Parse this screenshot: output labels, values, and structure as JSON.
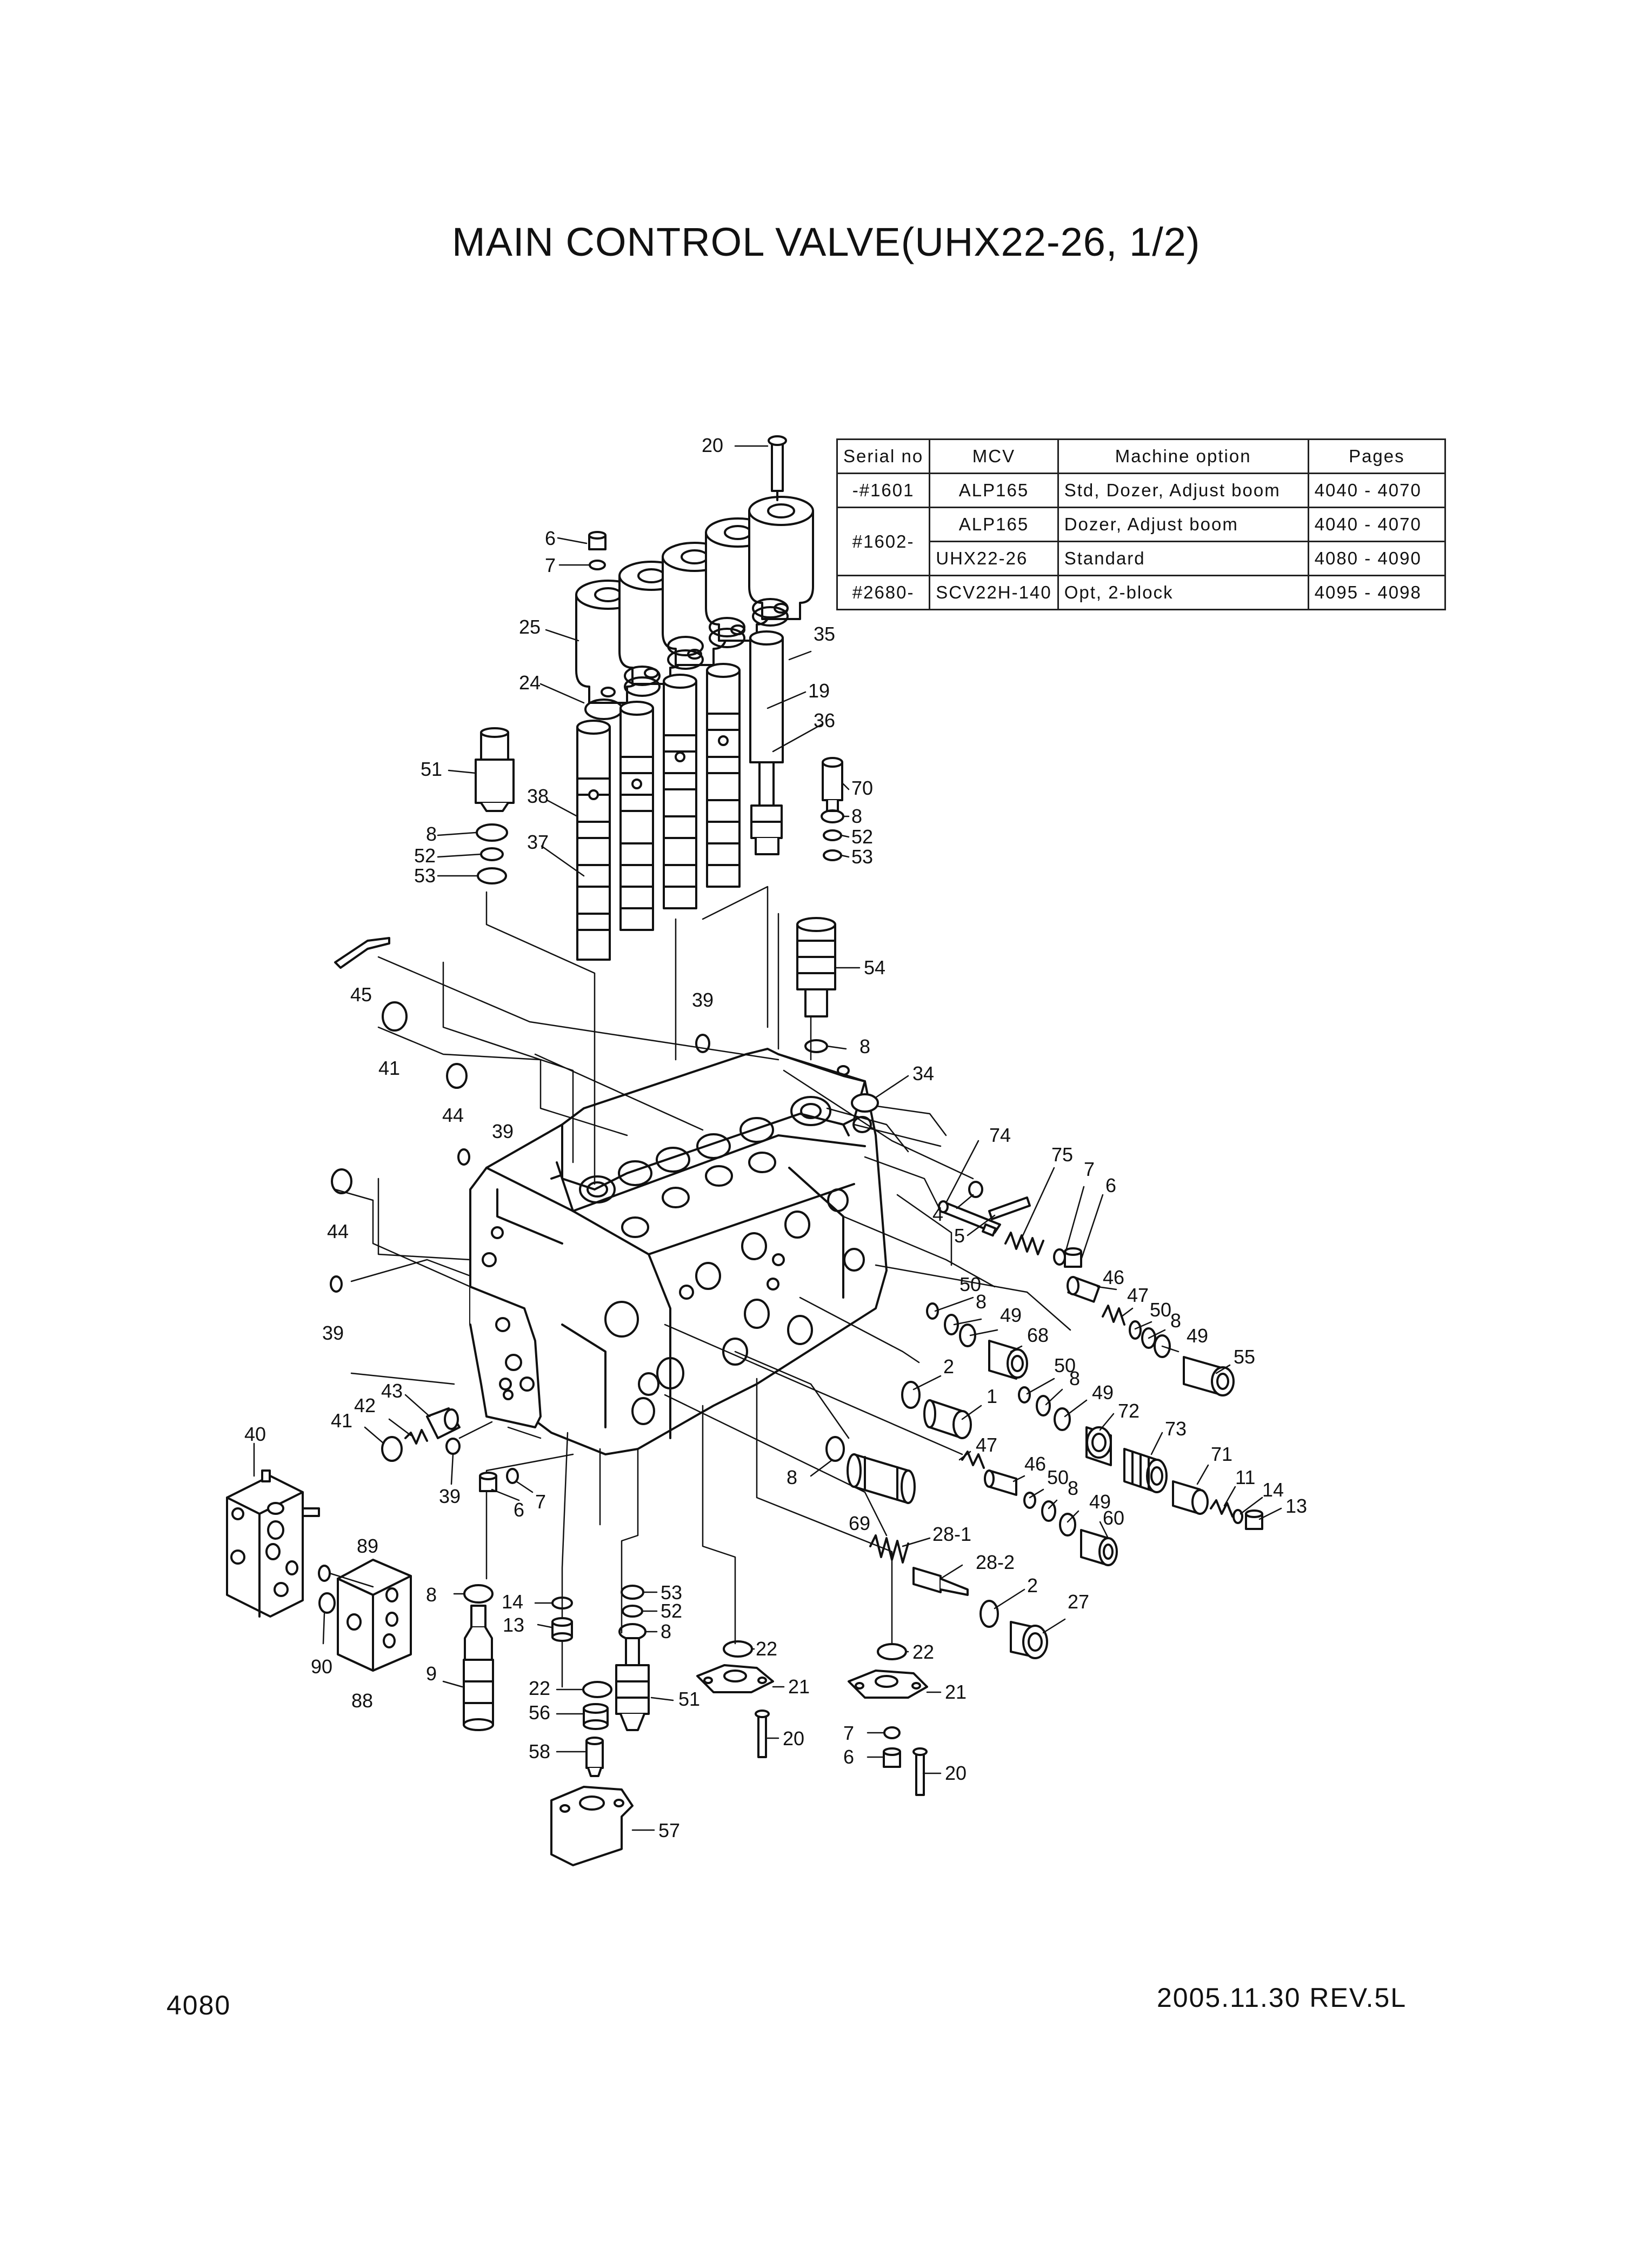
{
  "title": "MAIN CONTROL VALVE(UHX22-26, 1/2)",
  "page_number": "4080",
  "revision": "2005.11.30  REV.5L",
  "serial_table": {
    "headers": [
      "Serial no",
      "MCV",
      "Machine option",
      "Pages"
    ],
    "rows": [
      {
        "serial": "-#1601",
        "mcv": "ALP165",
        "option": "Std, Dozer, Adjust boom",
        "pages": "4040 - 4070"
      },
      {
        "serial": "#1602-",
        "mcv": "ALP165",
        "option": "Dozer, Adjust boom",
        "pages": "4040 - 4070"
      },
      {
        "serial": "",
        "mcv": "UHX22-26",
        "option": "Standard",
        "pages": "4080 - 4090"
      },
      {
        "serial": "#2680-",
        "mcv": "SCV22H-140",
        "option": "Opt, 2-block",
        "pages": "4095 - 4098"
      }
    ]
  },
  "callouts": [
    "20",
    "6",
    "7",
    "25",
    "24",
    "35",
    "19",
    "36",
    "51",
    "38",
    "37",
    "8",
    "52",
    "53",
    "70",
    "8",
    "52",
    "53",
    "54",
    "45",
    "41",
    "39",
    "8",
    "34",
    "44",
    "39",
    "74",
    "75",
    "7",
    "6",
    "44",
    "4",
    "5",
    "39",
    "46",
    "47",
    "50",
    "8",
    "49",
    "50",
    "8",
    "49",
    "68",
    "55",
    "2",
    "1",
    "50",
    "8",
    "49",
    "72",
    "73",
    "43",
    "42",
    "41",
    "40",
    "39",
    "6",
    "7",
    "8",
    "47",
    "46",
    "50",
    "8",
    "49",
    "71",
    "11",
    "14",
    "13",
    "69",
    "60",
    "28-1",
    "28-2",
    "2",
    "27",
    "89",
    "90",
    "88",
    "8",
    "14",
    "13",
    "53",
    "52",
    "8",
    "22",
    "22",
    "9",
    "22",
    "56",
    "51",
    "21",
    "21",
    "58",
    "20",
    "7",
    "6",
    "20",
    "57"
  ]
}
